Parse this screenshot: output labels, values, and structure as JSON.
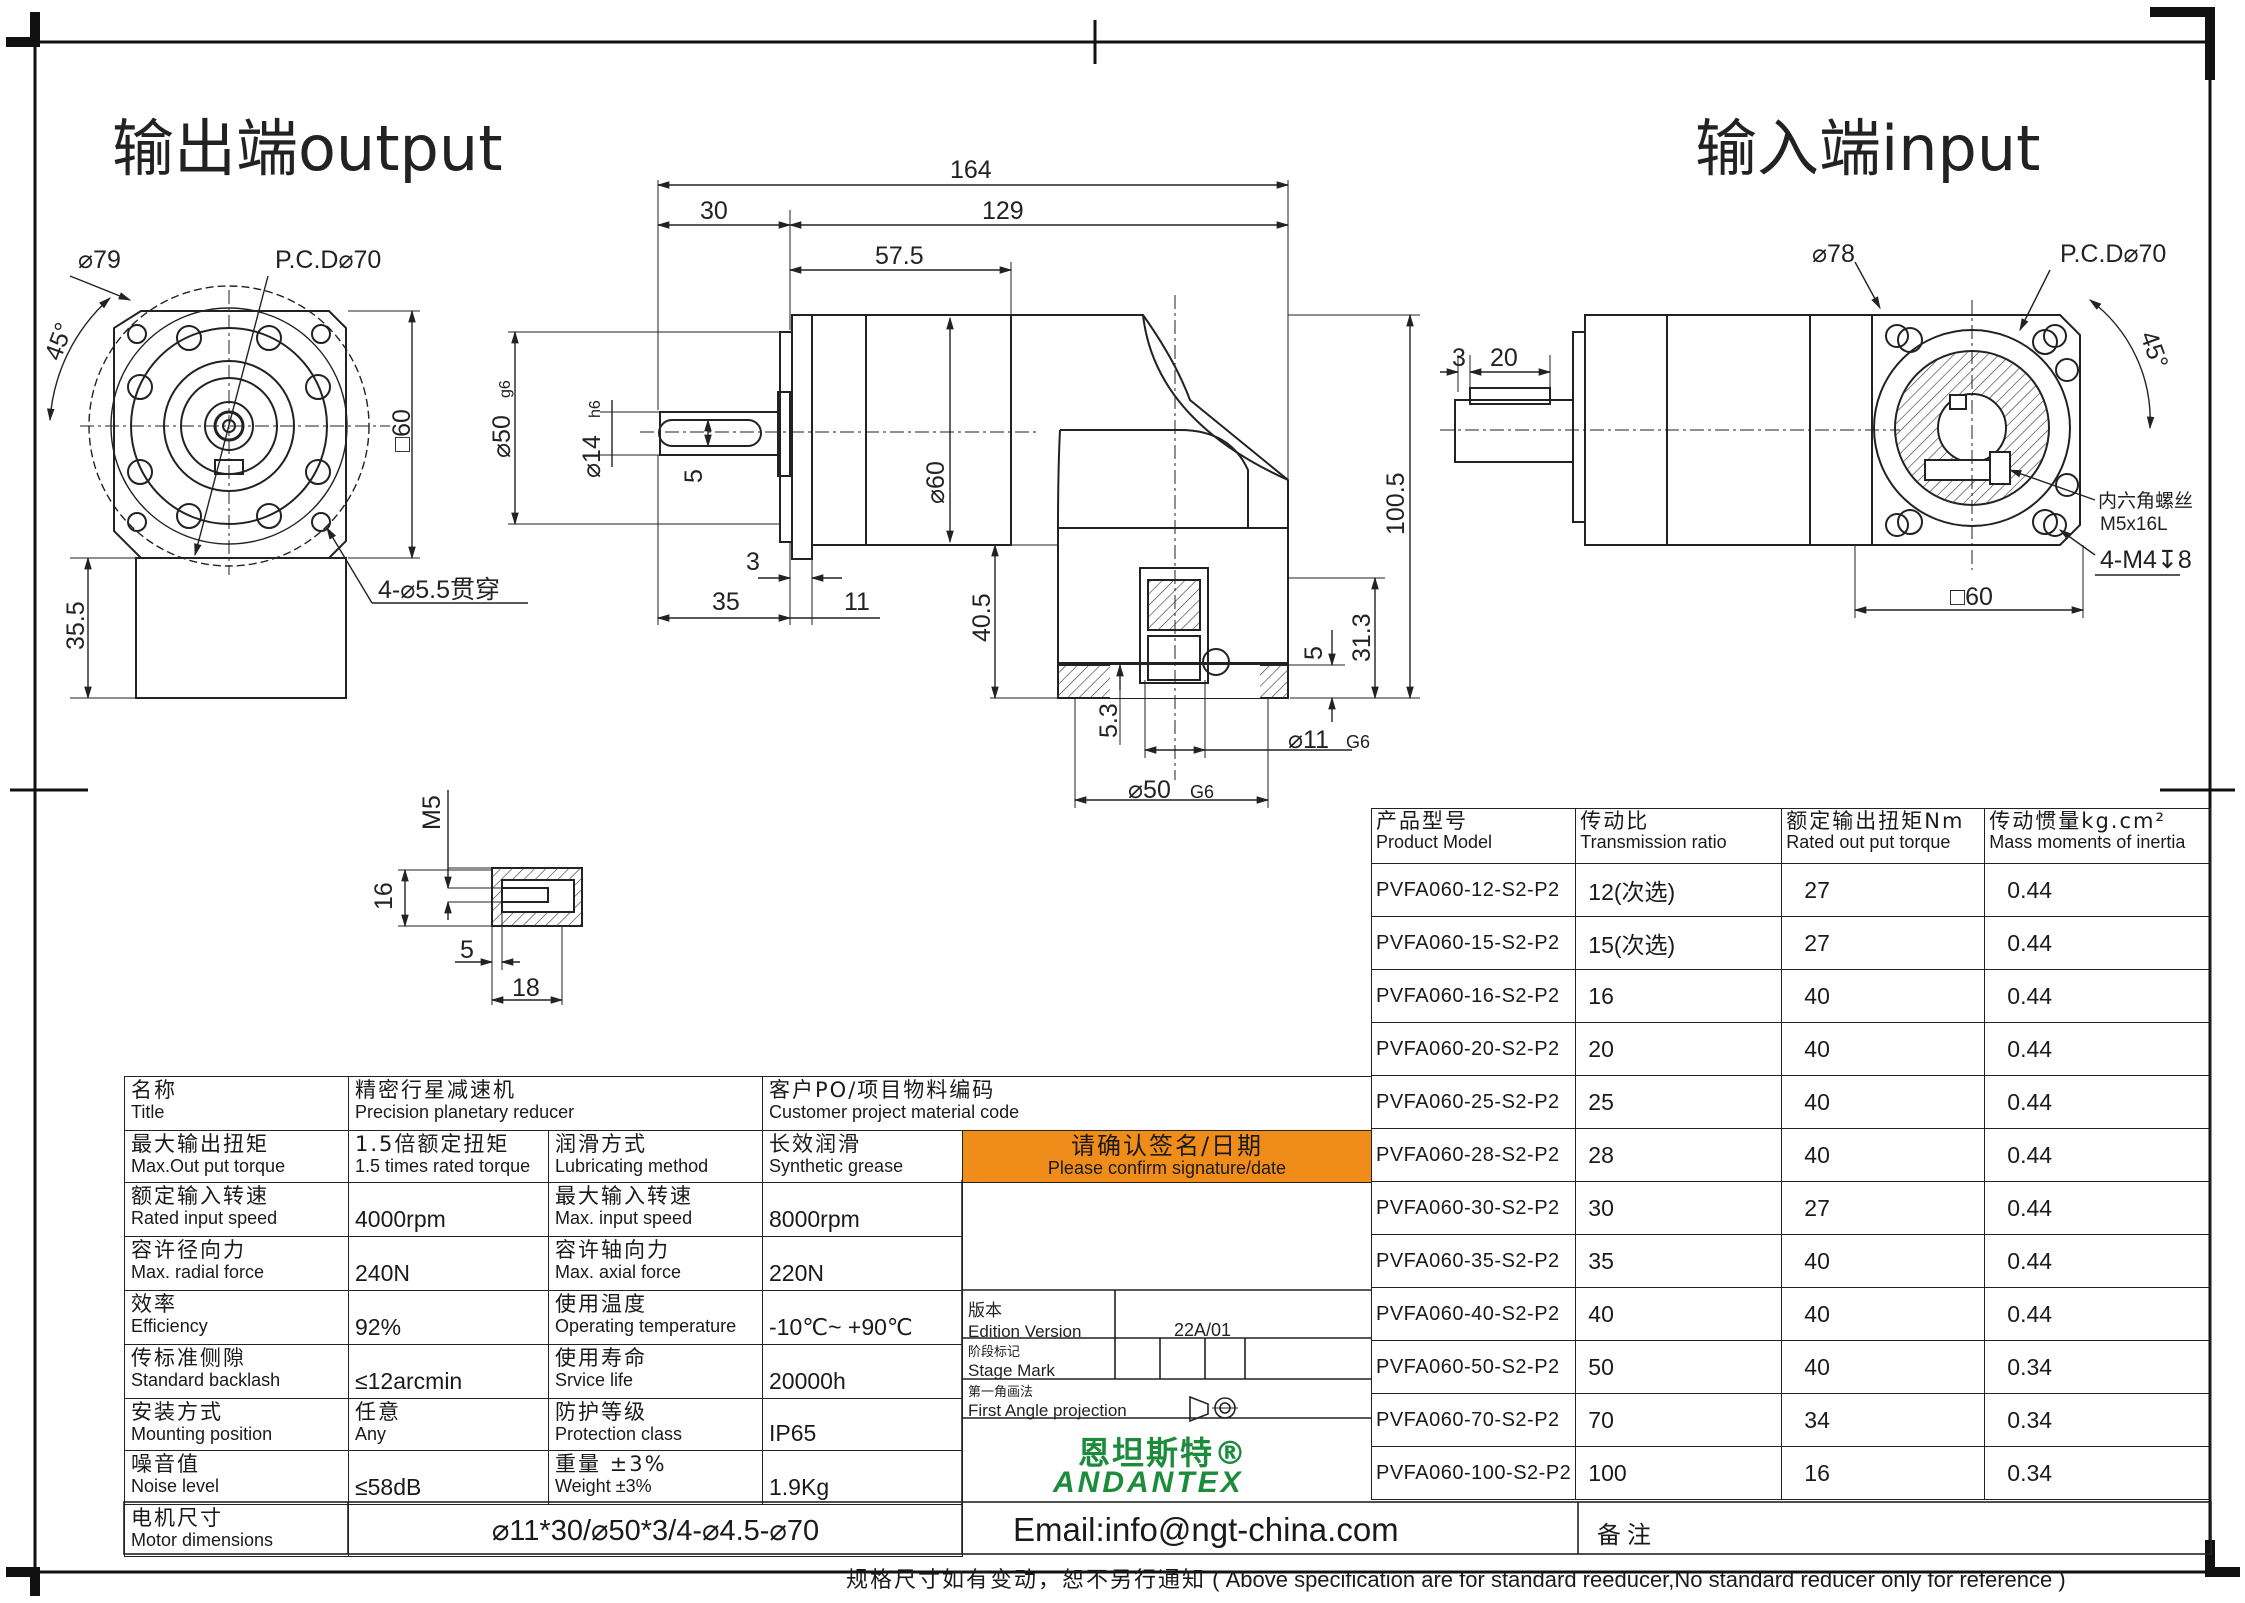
{
  "headings": {
    "output": "输出端output",
    "input": "输入端input"
  },
  "dims": {
    "output_face": {
      "d_outer": "⌀79",
      "pcd": "P.C.D⌀70",
      "angle": "45°",
      "square": "□60",
      "holes": "4-⌀5.5贯穿",
      "height": "35.5"
    },
    "side": {
      "overall": "164",
      "shaft_len": "30",
      "body": "129",
      "housing": "57.5",
      "spigot": "⌀50",
      "spigot_tol": "g6",
      "shaft": "⌀14",
      "shaft_tol": "h6",
      "key": "5",
      "body_dia": "⌀60",
      "flange": "3",
      "flange_pos": "35",
      "gap": "11",
      "height_total": "100.5",
      "drop": "40.5",
      "base": "31.3",
      "five": "5",
      "base_thk": "5.3",
      "motor_shaft": "⌀11",
      "motor_shaft_tol": "G6",
      "motor_spigot": "⌀50",
      "motor_spigot_tol": "G6"
    },
    "input_face": {
      "d_outer": "⌀78",
      "pcd": "P.C.D⌀70",
      "angle": "45°",
      "key_off": "3",
      "key_len": "20",
      "square": "□60",
      "screw_zh": "内六角螺丝",
      "screw": "M5x16L",
      "tap": "4-M4↧8"
    },
    "detail": {
      "thread": "M5",
      "height": "16",
      "pos": "5",
      "length": "18"
    }
  },
  "spec": {
    "title_zh": "名称",
    "title_en": "Title",
    "title_val_zh": "精密行星减速机",
    "title_val_en": "Precision planetary reducer",
    "cust_zh": "客户PO/项目物料编码",
    "cust_en": "Customer project material code",
    "torque_zh": "最大输出扭矩",
    "torque_en": "Max.Out put torque",
    "torque_val_zh": "1.5倍额定扭矩",
    "torque_val_en": "1.5 times rated torque",
    "lub_zh": "润滑方式",
    "lub_en": "Lubricating method",
    "lub_val_zh": "长效润滑",
    "lub_val_en": "Synthetic grease",
    "confirm_zh": "请确认签名/日期",
    "confirm_en": "Please confirm signature/date",
    "rspeed_zh": "额定输入转速",
    "rspeed_en": "Rated input speed",
    "rspeed_val": "4000rpm",
    "mspeed_zh": "最大输入转速",
    "mspeed_en": "Max. input speed",
    "mspeed_val": "8000rpm",
    "radial_zh": "容许径向力",
    "radial_en": "Max. radial force",
    "radial_val": "240N",
    "axial_zh": "容许轴向力",
    "axial_en": "Max. axial force",
    "axial_val": "220N",
    "eff_zh": "效率",
    "eff_en": "Efficiency",
    "eff_val": "92%",
    "temp_zh": "使用温度",
    "temp_en": "Operating temperature",
    "temp_val": "-10℃~ +90℃",
    "backlash_zh": "传标准侧隙",
    "backlash_en": "Standard backlash",
    "backlash_val": "≤12arcmin",
    "life_zh": "使用寿命",
    "life_en": "Srvice life",
    "life_val": "20000h",
    "mount_zh": "安装方式",
    "mount_en": "Mounting position",
    "mount_val_zh": "任意",
    "mount_val_en": "Any",
    "prot_zh": "防护等级",
    "prot_en": "Protection class",
    "prot_val": "IP65",
    "noise_zh": "噪音值",
    "noise_en": "Noise level",
    "noise_val": "≤58dB",
    "weight_zh": "重量 ±3%",
    "weight_en": "Weight ±3%",
    "weight_val": "1.9Kg",
    "motor_zh": "电机尺寸",
    "motor_en": "Motor dimensions",
    "motor_val": "⌀11*30/⌀50*3/4-⌀4.5-⌀70"
  },
  "stamp": {
    "edition_zh": "版本",
    "edition_en": "Edition Version",
    "edition_val": "22A/01",
    "stage_zh": "阶段标记",
    "stage_en": "Stage Mark",
    "proj_zh": "第一角画法",
    "proj_en": "First Angle projection"
  },
  "logo": {
    "zh": "恩坦斯特®",
    "en": "ANDANTEX"
  },
  "email": "Email:info@ngt-china.com",
  "remark": "备注",
  "footnote": {
    "zh": "规格尺寸如有变动，恕不另行通知",
    "en": "( Above specification are for standard reeducer,No standard reducer only for reference )"
  },
  "models": {
    "headers": [
      {
        "zh": "产品型号",
        "en": "Product Model"
      },
      {
        "zh": "传动比",
        "en": "Transmission ratio"
      },
      {
        "zh": "额定输出扭矩Nm",
        "en": "Rated out put torque"
      },
      {
        "zh": "传动惯量kg.cm²",
        "en": "Mass moments of inertia"
      }
    ],
    "rows": [
      [
        "PVFA060-12-S2-P2",
        "12(次选)",
        "27",
        "0.44"
      ],
      [
        "PVFA060-15-S2-P2",
        "15(次选)",
        "27",
        "0.44"
      ],
      [
        "PVFA060-16-S2-P2",
        "16",
        "40",
        "0.44"
      ],
      [
        "PVFA060-20-S2-P2",
        "20",
        "40",
        "0.44"
      ],
      [
        "PVFA060-25-S2-P2",
        "25",
        "40",
        "0.44"
      ],
      [
        "PVFA060-28-S2-P2",
        "28",
        "40",
        "0.44"
      ],
      [
        "PVFA060-30-S2-P2",
        "30",
        "27",
        "0.44"
      ],
      [
        "PVFA060-35-S2-P2",
        "35",
        "40",
        "0.44"
      ],
      [
        "PVFA060-40-S2-P2",
        "40",
        "40",
        "0.44"
      ],
      [
        "PVFA060-50-S2-P2",
        "50",
        "40",
        "0.34"
      ],
      [
        "PVFA060-70-S2-P2",
        "70",
        "34",
        "0.34"
      ],
      [
        "PVFA060-100-S2-P2",
        "100",
        "16",
        "0.34"
      ]
    ]
  }
}
